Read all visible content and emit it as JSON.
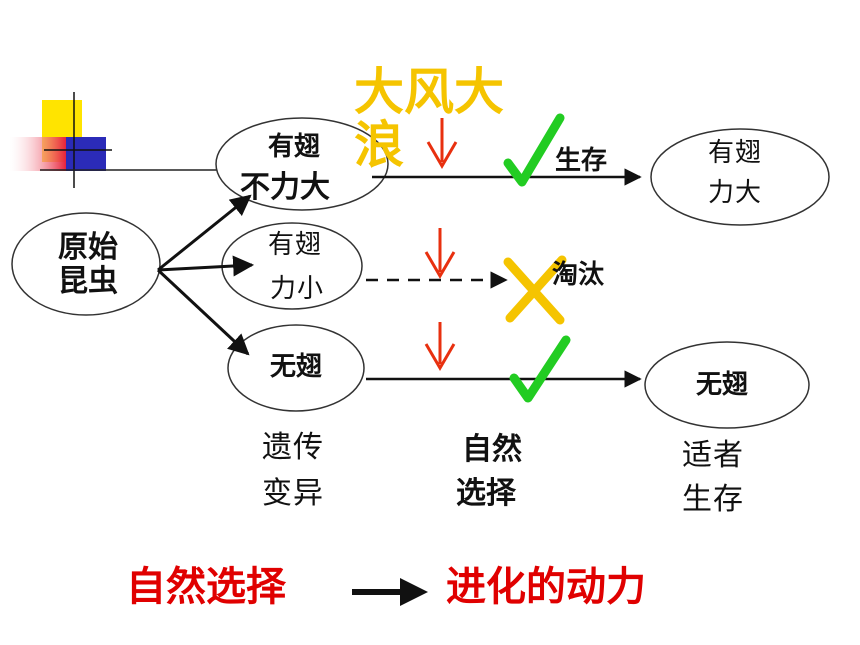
{
  "diagram": {
    "wind_label": "大风大浪",
    "nodes": {
      "origin": [
        "原始",
        "昆虫"
      ],
      "strong_wing": [
        "有翅",
        "不力大"
      ],
      "weak_wing": [
        "有翅",
        "力小"
      ],
      "no_wing": "无翅",
      "strong_wing_result": [
        "有翅",
        "力大"
      ],
      "no_wing_result": "无翅"
    },
    "outcomes": {
      "survive": "生存",
      "eliminated": "淘汰"
    },
    "bottom_labels": {
      "heredity": [
        "遗传",
        "变异"
      ],
      "natural_selection": [
        "自然",
        "选择"
      ],
      "fittest": [
        "适者",
        "生存"
      ]
    },
    "summary": {
      "left": "自然选择",
      "right": "进化的动力"
    },
    "colors": {
      "wind": "#f5c400",
      "down_arrow": "#e8300f",
      "check": "#22cc22",
      "cross": "#f5c400",
      "summary": "#e00000",
      "logo_yellow": "#ffe400",
      "logo_red": "#e8223a",
      "logo_blue": "#2b2bb8"
    },
    "icons": [
      "check-icon",
      "cross-icon",
      "down-arrow-icon",
      "decorative-logo"
    ]
  }
}
